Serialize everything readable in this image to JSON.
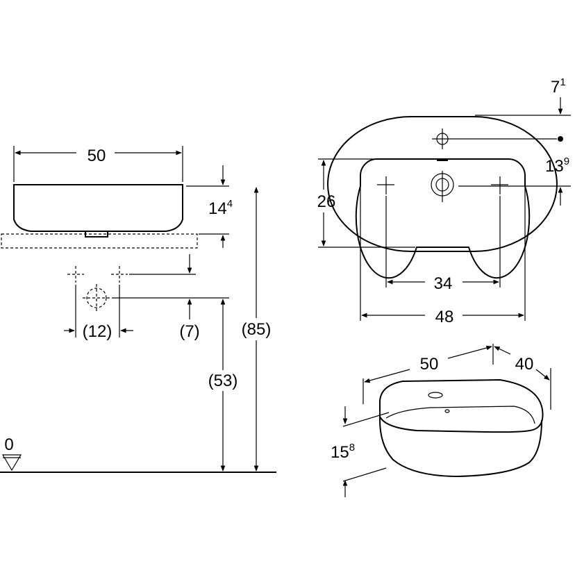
{
  "dimensions": {
    "side_width": "50",
    "bowl_height_main": "14",
    "bowl_height_sup": "4",
    "tap_spacing": "(12)",
    "tap_offset": "(7)",
    "mount_height": "(53)",
    "total_height": "(85)",
    "floor_level": "0",
    "top_offset_main": "7",
    "top_offset_sup": "1",
    "hole_depth_main": "13",
    "hole_depth_sup": "9",
    "inner_depth": "26",
    "inner_spacing": "34",
    "top_width": "48",
    "iso_width": "50",
    "iso_depth": "40",
    "iso_height_main": "15",
    "iso_height_sup": "8"
  }
}
